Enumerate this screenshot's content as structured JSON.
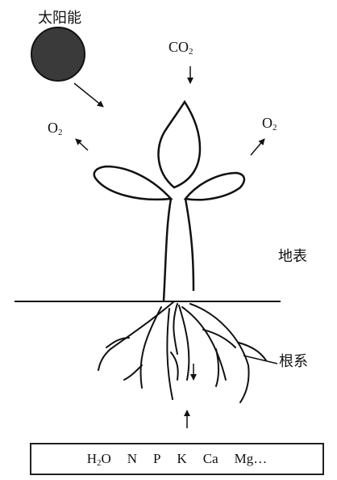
{
  "sun_label": "太阳能",
  "co2": {
    "base": "CO",
    "sub": "2"
  },
  "o2_left": {
    "base": "O",
    "sub": "2"
  },
  "o2_right": {
    "base": "O",
    "sub": "2"
  },
  "ground_label": "地表",
  "roots_label": "根系",
  "nutrients": [
    {
      "base": "H",
      "sub": "2",
      "tail": "O"
    },
    {
      "base": "N"
    },
    {
      "base": "P"
    },
    {
      "base": "K"
    },
    {
      "base": "Ca"
    },
    {
      "base": "Mg…"
    }
  ],
  "colors": {
    "ink": "#111111",
    "sun": "#3a3a3a"
  }
}
